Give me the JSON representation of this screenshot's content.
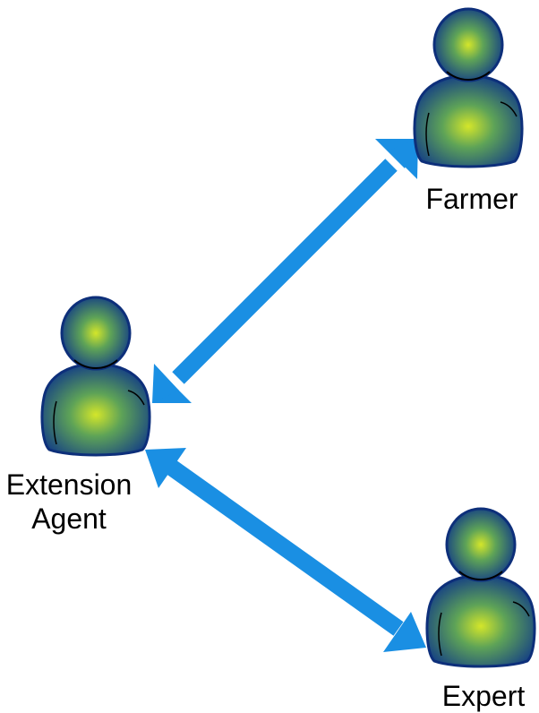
{
  "diagram": {
    "nodes": {
      "farmer": {
        "label": "Farmer",
        "icon": "person-icon"
      },
      "agent": {
        "line1": "Extension",
        "line2": "Agent",
        "icon": "person-icon"
      },
      "expert": {
        "label": "Expert",
        "icon": "person-icon"
      }
    },
    "edges": [
      {
        "from": "Extension Agent",
        "to": "Farmer",
        "direction": "bidirectional"
      },
      {
        "from": "Extension Agent",
        "to": "Expert",
        "direction": "bidirectional"
      }
    ],
    "colors": {
      "arrow": "#1a8fe3",
      "person_outer": "#0d2f7a",
      "person_mid": "#1e6b8c",
      "person_inner": "#c8e02a",
      "outline": "#000000"
    }
  }
}
